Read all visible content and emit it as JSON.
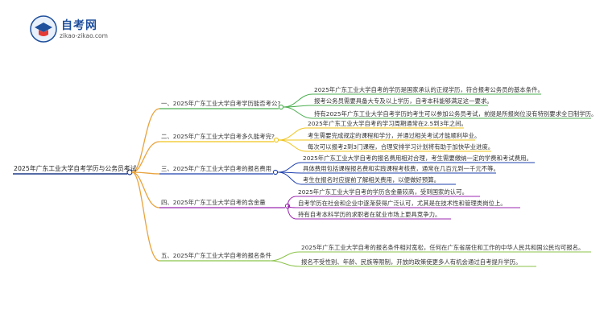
{
  "logo": {
    "name": "自考网",
    "url": "zikao-zikao.com"
  },
  "colors": {
    "root": "#1e3a8a",
    "branch1": "#4caf50",
    "branch2": "#f0c419",
    "branch3": "#1e40af",
    "branch4": "#9c27b0",
    "branch5": "#8bc34a",
    "trunk": "#e8a33d"
  },
  "mindmap": {
    "root": "2025年广东工业大学自考学历与公务员考试",
    "branches": [
      {
        "title": "一、2025年广东工业大学自考学历能否考公?",
        "leaves": [
          "2025年广东工业大学自考的学历是国家承认的正规学历，符合报考公务员的基本条件。",
          "报考公务员需要具备大专及以上学历，自考本科能够满足这一要求。",
          "持有2025年广东工业大学自考学历的考生可以参加公务员考试，前提是所报岗位没有特别要求全日制学历。"
        ]
      },
      {
        "title": "二、2025年广东工业大学自考多久能考完?",
        "leaves": [
          "2025年广东工业大学自考的学习周期通常在2.5到3年之间。",
          "考生需要完成规定的课程和学分，并通过相关考试才能顺利毕业。",
          "每次可以报考2到3门课程，合理安排学习计划将有助于加快毕业进度。"
        ]
      },
      {
        "title": "三、2025年广东工业大学自考的报名费用",
        "leaves": [
          "2025年广东工业大学自考的报名费用相对合理，考生需要缴纳一定的学费和考试费用。",
          "具体费用包括课程报名费和实践课程考核费，通常在几百元到一千元不等。",
          "考生在报名时应提前了解相关费用，以便做好预算。"
        ]
      },
      {
        "title": "四、2025年广东工业大学自考的含金量",
        "leaves": [
          "2025年广东工业大学自考的学历含金量较高，受到国家的认可。",
          "自考学历在社会和企业中逐渐获得广泛认可，尤其是在技术性和管理类岗位上。",
          "持有自考本科学历的求职者在就业市场上更具竞争力。"
        ]
      },
      {
        "title": "五、2025年广东工业大学自考的报名条件",
        "leaves": [
          "2025年广东工业大学自考的报名条件相对宽松，任何在广东省居住和工作的中华人民共和国公民均可报名。",
          "报名不受性别、年龄、民族等限制，开放的政策使更多人有机会通过自考提升学历。"
        ]
      }
    ]
  }
}
